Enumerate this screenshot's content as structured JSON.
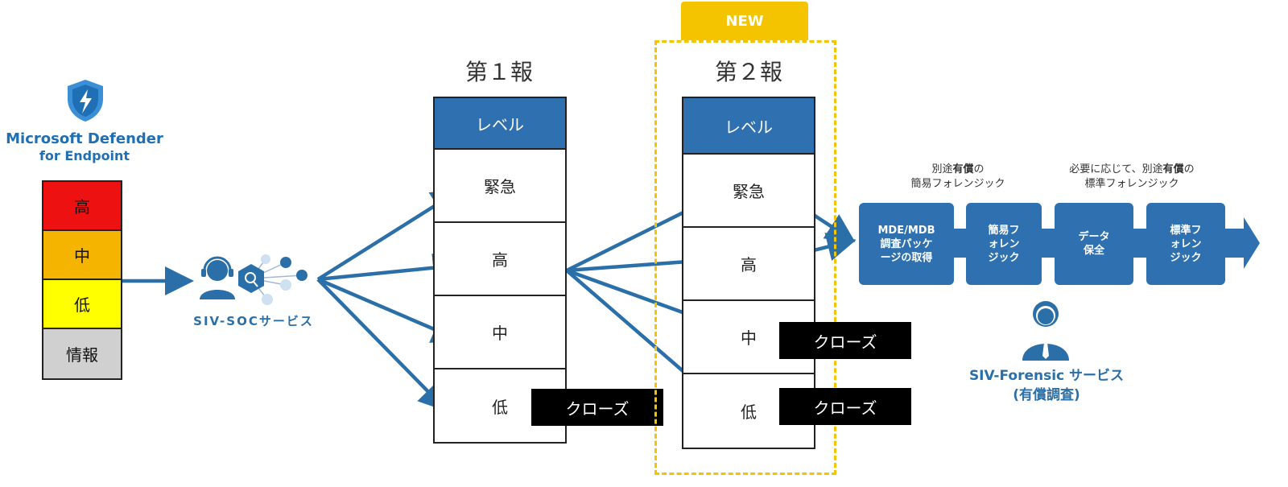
{
  "mde": {
    "line1": "Microsoft Defender",
    "line2": "for Endpoint",
    "severity": [
      {
        "label": "高",
        "color": "#ee1111"
      },
      {
        "label": "中",
        "color": "#f5b400"
      },
      {
        "label": "低",
        "color": "#ffff00"
      },
      {
        "label": "情報",
        "color": "#d0d0d0"
      }
    ]
  },
  "soc": {
    "label": "SIV-SOCサービス"
  },
  "report1": {
    "title": "第１報",
    "header": "レベル",
    "rows": [
      "緊急",
      "高",
      "中",
      "低"
    ],
    "close": "クローズ"
  },
  "report2": {
    "badge": "NEW",
    "title": "第２報",
    "header": "レベル",
    "rows": [
      "緊急",
      "高",
      "中",
      "低"
    ],
    "close_mid": "クローズ",
    "close_low": "クローズ"
  },
  "forensic": {
    "note1": {
      "pre": "別途",
      "bold": "有償",
      "post": "の",
      "line2": "簡易フォレンジック"
    },
    "note2": {
      "pre": "必要に応じて、別途",
      "bold": "有償",
      "post": "の",
      "line2": "標準フォレンジック"
    },
    "steps": [
      {
        "l1": "MDE/MDB",
        "l2": "調査パッケ",
        "l3": "ージの取得"
      },
      {
        "l1": "簡易フ",
        "l2": "ォレン",
        "l3": "ジック"
      },
      {
        "l1": "データ",
        "l2": "保全",
        "l3": ""
      },
      {
        "l1": "標準フ",
        "l2": "ォレン",
        "l3": "ジック"
      }
    ],
    "service_line1": "SIV-Forensic サービス",
    "service_line2": "(有償調査)"
  },
  "colors": {
    "accent": "#2e70b0",
    "arrow": "#2b6fa8",
    "new": "#f5c400"
  }
}
